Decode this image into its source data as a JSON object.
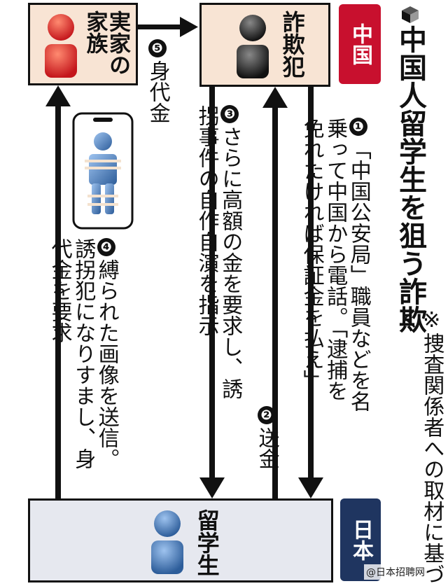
{
  "title": "中国人留学生を狙う詐欺",
  "note": "※捜査関係者への取材に基づく",
  "regions": {
    "china": "中国",
    "japan": "日本"
  },
  "actors": {
    "family": "実家の家族",
    "fraudster": "詐欺犯",
    "student": "留学生"
  },
  "steps": [
    {
      "num": "❶",
      "text": "「中国公安局」職員などを名乗って中国から電話。「逮捕を免れたければ保証金を払え」"
    },
    {
      "num": "❷",
      "text": "送金"
    },
    {
      "num": "❸",
      "text": "さらに高額の金を要求し、誘拐事件の自作自演を指示"
    },
    {
      "num": "❹",
      "text": "縛られた画像を送信。誘拐犯になりすまし、身代金を要求"
    },
    {
      "num": "❺",
      "text": "身代金"
    }
  ],
  "phone_icon": "phone-bound-person-icon",
  "person_icon": "person-icon",
  "watermark": "@日本招聘网",
  "colors": {
    "region_red": "#c8102e",
    "region_navy": "#1f3560",
    "beige": "#f8e4d4",
    "grey_panel": "#e6e8ef"
  }
}
